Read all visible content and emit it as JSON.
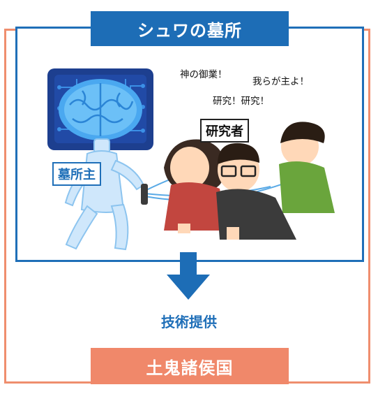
{
  "diagram": {
    "top_title": "シュワの墓所",
    "bottom_title": "土鬼諸侯国",
    "flow_label": "技術提供",
    "speech": [
      "神の御業！",
      "我らが主よ！",
      "研究！研究！"
    ],
    "labels": {
      "researchers": "研究者",
      "owner": "墓所主"
    },
    "colors": {
      "blue": "#1d6db6",
      "orange": "#f0886a"
    }
  }
}
